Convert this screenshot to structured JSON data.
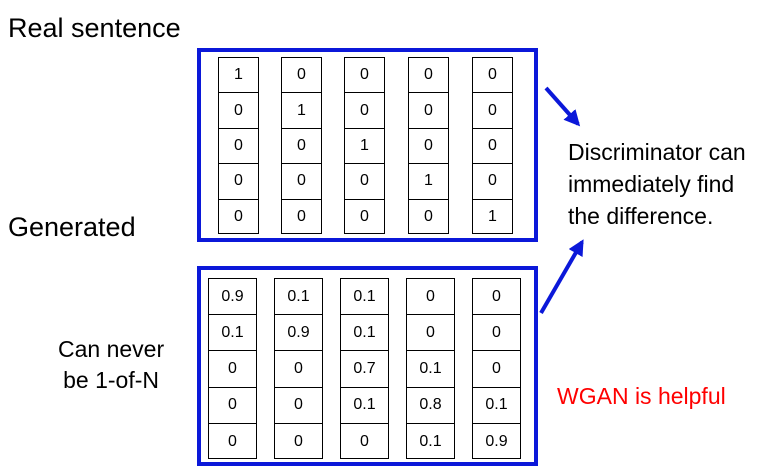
{
  "labels": {
    "real_sentence": "Real sentence",
    "generated": "Generated",
    "note": "Can never\nbe 1-of-N",
    "discriminator": "Discriminator can\nimmediately find\nthe difference.",
    "wgan": "WGAN is helpful"
  },
  "colors": {
    "box_border": "#0b18d9",
    "arrow": "#0b18d9",
    "wgan_text": "#ff0000"
  },
  "real_matrix": [
    [
      "1",
      "0",
      "0",
      "0",
      "0"
    ],
    [
      "0",
      "1",
      "0",
      "0",
      "0"
    ],
    [
      "0",
      "0",
      "1",
      "0",
      "0"
    ],
    [
      "0",
      "0",
      "0",
      "1",
      "0"
    ],
    [
      "0",
      "0",
      "0",
      "0",
      "1"
    ]
  ],
  "generated_matrix": [
    [
      "0.9",
      "0.1",
      "0.1",
      "0",
      "0"
    ],
    [
      "0.1",
      "0.9",
      "0.1",
      "0",
      "0"
    ],
    [
      "0",
      "0",
      "0.7",
      "0.1",
      "0"
    ],
    [
      "0",
      "0",
      "0.1",
      "0.8",
      "0.1"
    ],
    [
      "0",
      "0",
      "0",
      "0.1",
      "0.9"
    ]
  ]
}
